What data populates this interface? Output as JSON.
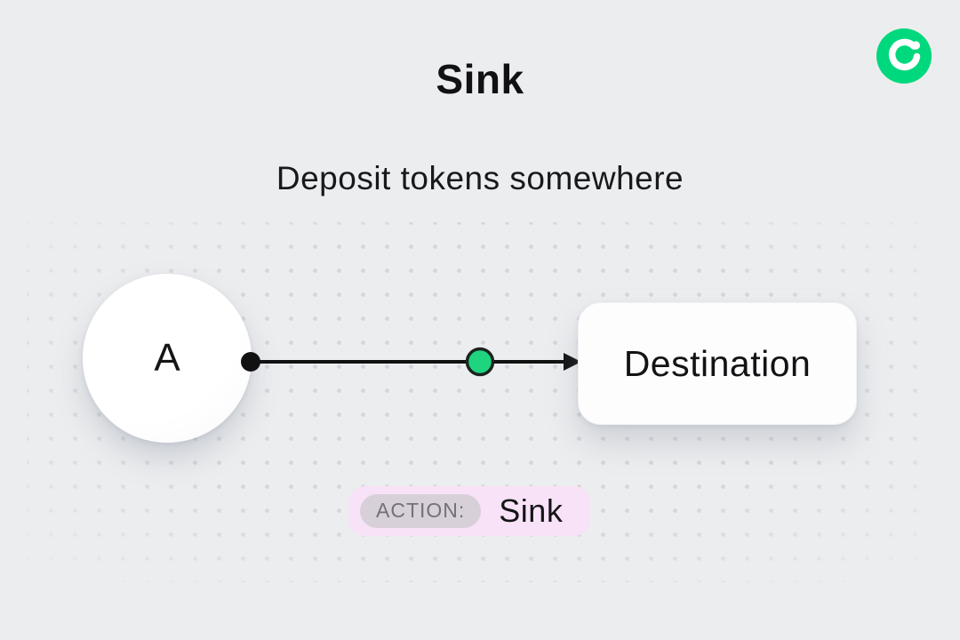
{
  "page": {
    "title": "Sink",
    "subtitle": "Deposit tokens somewhere"
  },
  "diagram": {
    "source": {
      "label": "A"
    },
    "destination": {
      "label": "Destination"
    },
    "action": {
      "label": "ACTION:",
      "value": "Sink"
    }
  },
  "icons": {
    "logo": "flow-logo"
  },
  "colors": {
    "background": "#ECEDEF",
    "dot_gray": "#D5D7DA",
    "brand_green": "#00D87E",
    "node_green_fill": "#1ED47E",
    "node_green_border": "#1C2420",
    "edge_black": "#111111",
    "badge_pink": "#F8E2F7",
    "pill_gray": "#D7D0D9",
    "pill_text": "#727079",
    "text_black": "#131316"
  }
}
